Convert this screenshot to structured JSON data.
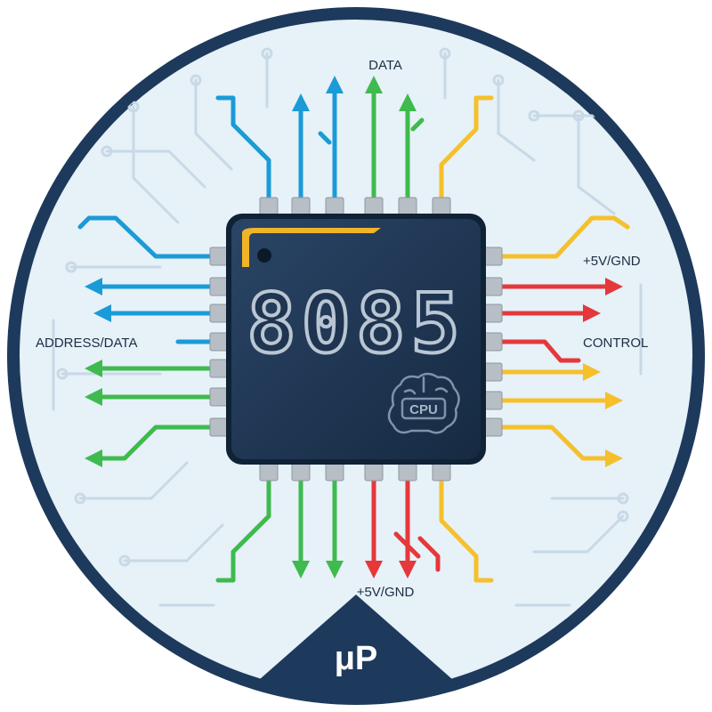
{
  "chip": {
    "model": "8085",
    "cpu_badge": "CPU"
  },
  "labels": {
    "data": "DATA",
    "power_right": "+5V/GND",
    "control": "CONTROL",
    "address_data": "ADDRESS/DATA",
    "power_bottom": "+5V/GND"
  },
  "logo": {
    "text": "μP"
  },
  "colors": {
    "background_navy": "#1d3a5c",
    "circle_fill": "#e6f1f8",
    "chip_body": "#1e3450",
    "chip_accent": "#f0b429",
    "pin": "#b7bec6",
    "address_blue": "#1a9bd7",
    "data_green": "#3fba4e",
    "power_red": "#e5383b",
    "control_yellow": "#f5c02b"
  }
}
